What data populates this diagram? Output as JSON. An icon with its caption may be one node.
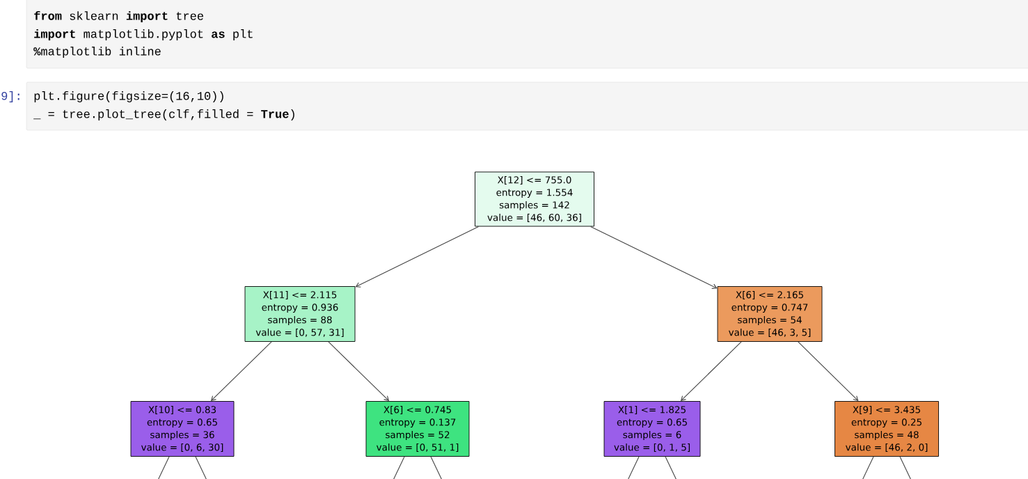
{
  "diagram": {
    "nodes": [
      {
        "text": [
          "X[12] <= 755.0",
          "entropy = 1.554",
          "samples = 142",
          "value = [46, 60, 36]"
        ]
      },
      {
        "text": [
          "X[11] <= 2.115",
          "entropy = 0.936",
          "samples = 88",
          "value = [0, 57, 31]"
        ]
      },
      {
        "text": [
          "X[6] <= 2.165",
          "entropy = 0.747",
          "samples = 54",
          "value = [46, 3, 5]"
        ]
      },
      {
        "text": [
          "X[10] <= 0.83",
          "entropy = 0.65",
          "samples = 36",
          "value = [0, 6, 30]"
        ]
      },
      {
        "text": [
          "X[6] <= 0.745",
          "entropy = 0.137",
          "samples = 52",
          "value = [0, 51, 1]"
        ]
      },
      {
        "text": [
          "X[1] <= 1.825",
          "entropy = 0.65",
          "samples = 6",
          "value = [0, 1, 5]"
        ]
      },
      {
        "text": [
          "X[9] <= 3.435",
          "entropy = 0.25",
          "samples = 48",
          "value = [46, 2, 0]"
        ]
      }
    ],
    "edges": [
      {
        "from": 0,
        "to": 1,
        "arrow": "to"
      },
      {
        "from": 0,
        "to": 2,
        "arrow": "to"
      },
      {
        "from": 1,
        "to": 3,
        "arrow": "to"
      },
      {
        "from": 1,
        "to": 4,
        "arrow": "to"
      },
      {
        "from": 2,
        "to": 5,
        "arrow": "to"
      },
      {
        "from": 2,
        "to": 6,
        "arrow": "to"
      },
      {
        "from": 3,
        "to": null,
        "arrow": "none"
      },
      {
        "from": 3,
        "to": null,
        "arrow": "none"
      },
      {
        "from": 4,
        "to": null,
        "arrow": "none"
      },
      {
        "from": 4,
        "to": null,
        "arrow": "none"
      },
      {
        "from": 5,
        "to": null,
        "arrow": "none"
      },
      {
        "from": 5,
        "to": null,
        "arrow": "none"
      },
      {
        "from": 6,
        "to": null,
        "arrow": "none"
      },
      {
        "from": 6,
        "to": null,
        "arrow": "none"
      }
    ],
    "labels": [
      "**from** sklearn **import** tree",
      "**import** matplotlib.pyplot **as** plt",
      "**%**matplotlib inline",
      "9]:",
      "plt.figure(figsize=(16,10))",
      "_ = tree.plot_tree(clf,filled = **True**)"
    ]
  }
}
